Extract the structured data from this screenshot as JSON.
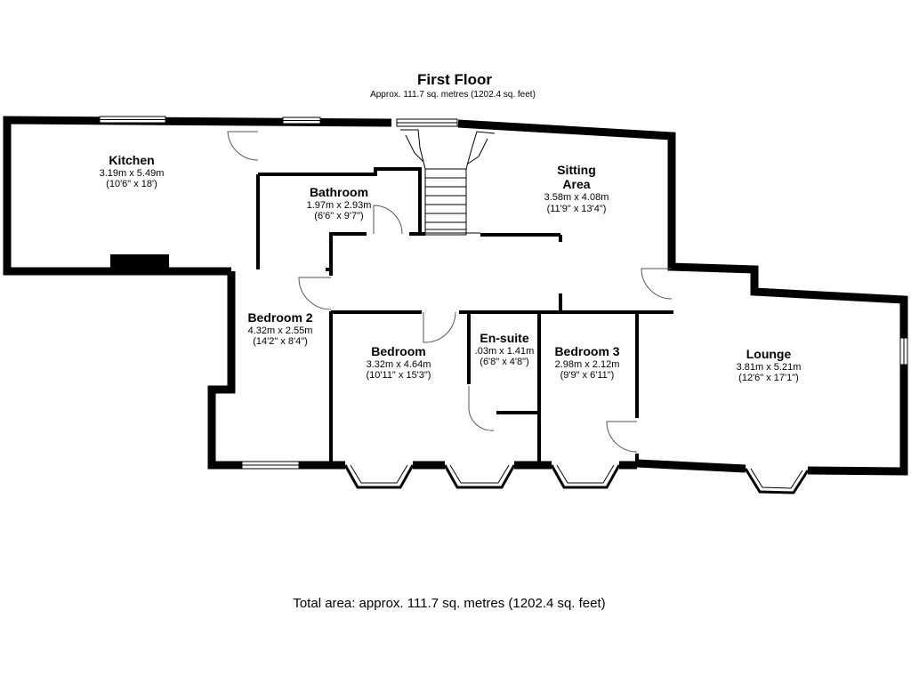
{
  "floor": {
    "title": "First Floor",
    "subtitle": "Approx. 111.7 sq. metres (1202.4 sq. feet)"
  },
  "rooms": {
    "kitchen": {
      "name": "Kitchen",
      "metric": "3.19m x 5.49m",
      "imperial": "(10'6\" x 18')"
    },
    "bathroom": {
      "name": "Bathroom",
      "metric": "1.97m x 2.93m",
      "imperial": "(6'6\" x 9'7\")"
    },
    "sitting": {
      "name_line1": "Sitting",
      "name_line2": "Area",
      "metric": "3.58m x 4.08m",
      "imperial": "(11'9\" x 13'4\")"
    },
    "bedroom2": {
      "name": "Bedroom 2",
      "metric": "4.32m x 2.55m",
      "imperial": "(14'2\" x 8'4\")"
    },
    "bedroom": {
      "name": "Bedroom",
      "metric": "3.32m x 4.64m",
      "imperial": "(10'11\" x 15'3\")"
    },
    "ensuite": {
      "name": "En-suite",
      "metric": ".03m x 1.41m",
      "imperial": "(6'8\" x 4'8\")"
    },
    "bedroom3": {
      "name": "Bedroom 3",
      "metric": "2.98m x 2.12m",
      "imperial": "(9'9\" x 6'11\")"
    },
    "lounge": {
      "name": "Lounge",
      "metric": "3.81m x 5.21m",
      "imperial": "(12'6\" x 17'1\")"
    }
  },
  "total": "Total area: approx. 111.7 sq. metres (1202.4 sq. feet)"
}
